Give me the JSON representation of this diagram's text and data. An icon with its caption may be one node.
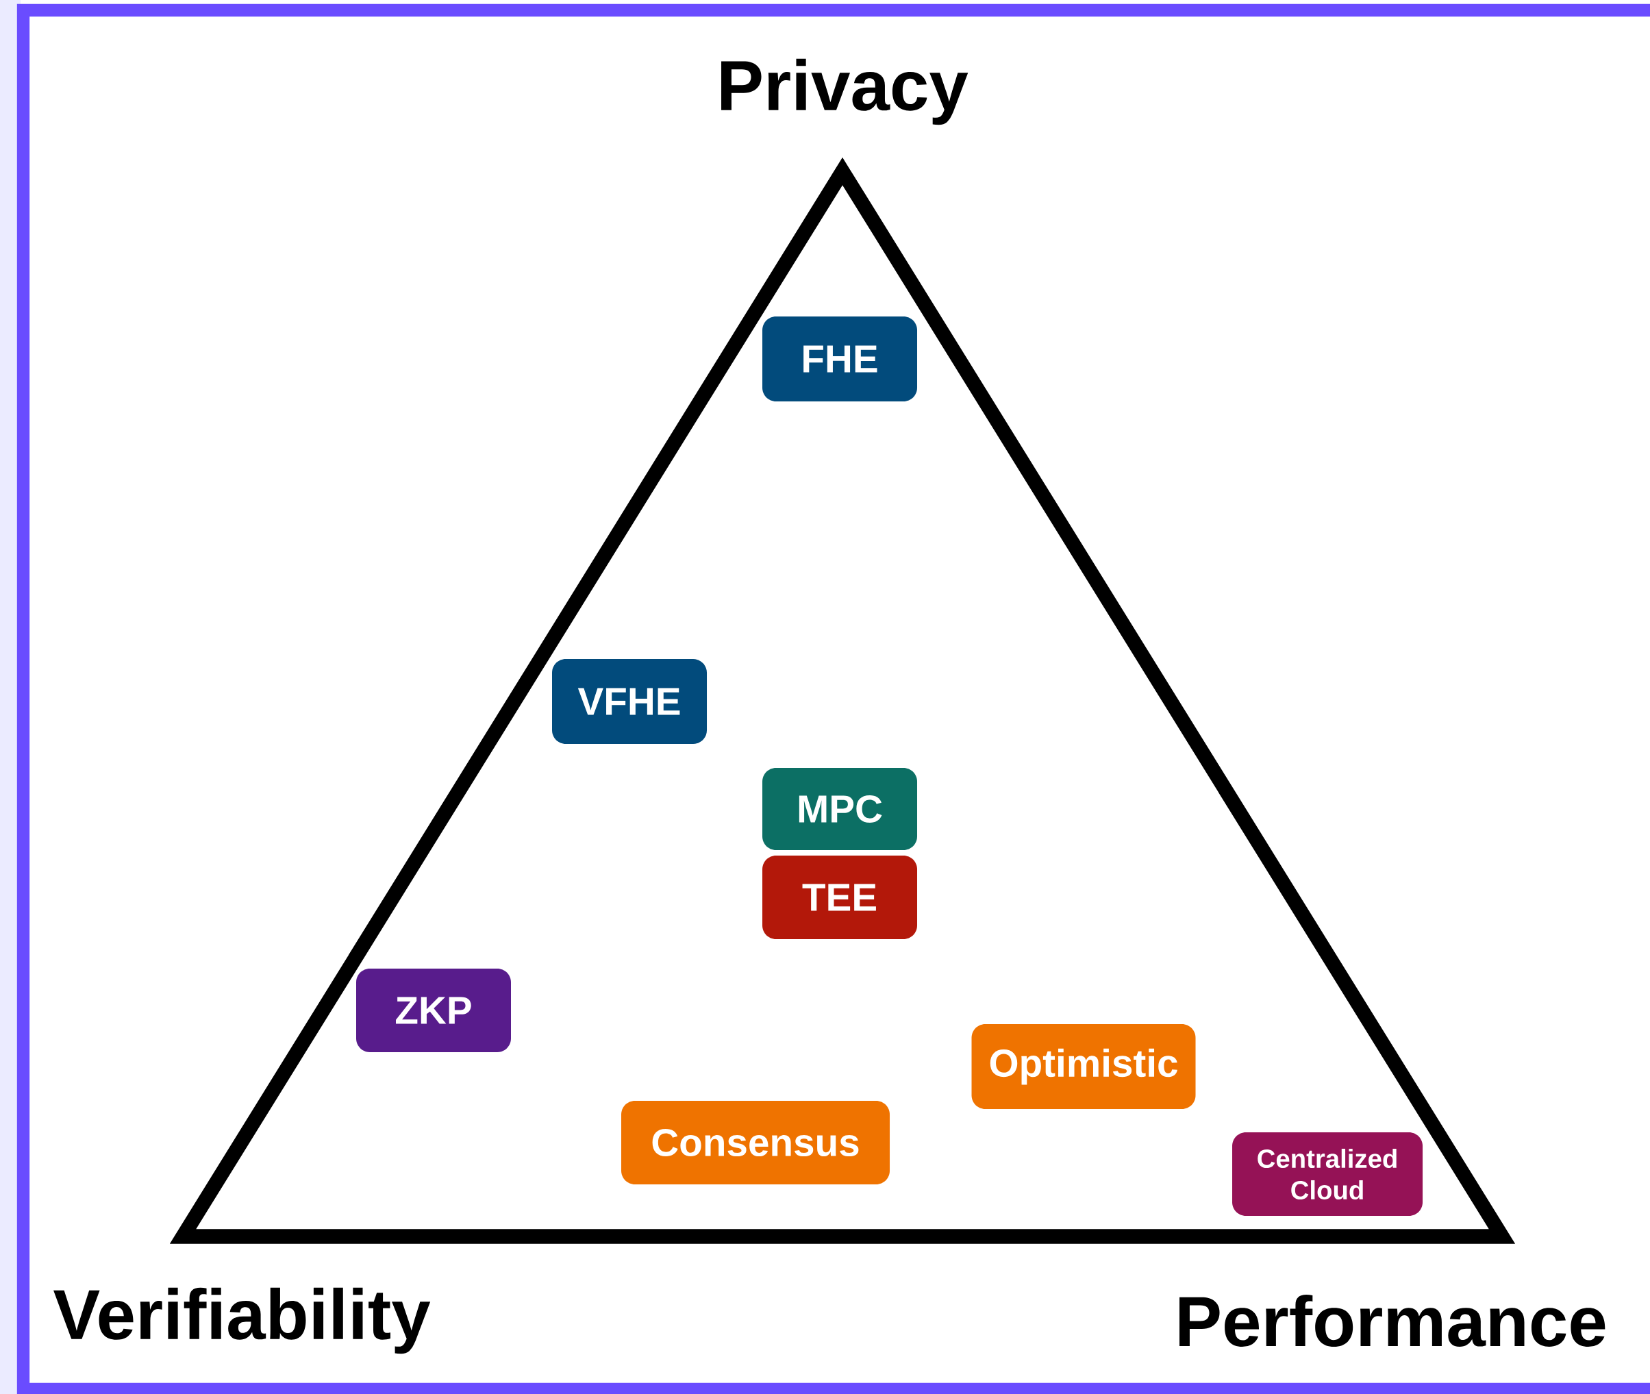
{
  "diagram": {
    "nodes": [
      {
        "text": [
          "FHE"
        ]
      },
      {
        "text": [
          "VFHE"
        ]
      },
      {
        "text": [
          "MPC"
        ]
      },
      {
        "text": [
          "TEE"
        ]
      },
      {
        "text": [
          "ZKP"
        ]
      },
      {
        "text": [
          "Optimistic"
        ]
      },
      {
        "text": [
          "Consensus"
        ]
      },
      {
        "text": [
          "Centralized Cloud"
        ]
      }
    ],
    "labels": [
      "Privacy",
      "Verifiability",
      "Performance"
    ]
  }
}
